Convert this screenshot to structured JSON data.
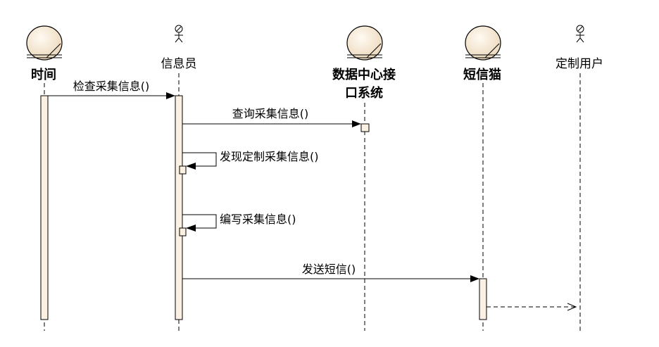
{
  "participants": [
    {
      "id": "time",
      "name": "时间",
      "kind": "control",
      "bold": true
    },
    {
      "id": "clerk",
      "name": "信息员",
      "kind": "actor",
      "bold": false
    },
    {
      "id": "datacenter",
      "name_line1": "数据中心接",
      "name_line2": "口系统",
      "kind": "control",
      "bold": true
    },
    {
      "id": "sms_cat",
      "name": "短信猫",
      "kind": "control",
      "bold": true
    },
    {
      "id": "custom_user",
      "name": "定制用户",
      "kind": "actor",
      "bold": false
    }
  ],
  "messages": [
    {
      "label": "检查采集信息()",
      "from": "time",
      "to": "clerk",
      "type": "sync"
    },
    {
      "label": "查询采集信息()",
      "from": "clerk",
      "to": "datacenter",
      "type": "sync"
    },
    {
      "label": "发现定制采集信息()",
      "from": "clerk",
      "to": "clerk",
      "type": "self"
    },
    {
      "label": "编写采集信息()",
      "from": "clerk",
      "to": "clerk",
      "type": "self"
    },
    {
      "label": "发送短信()",
      "from": "clerk",
      "to": "sms_cat",
      "type": "sync"
    },
    {
      "label": "",
      "from": "sms_cat",
      "to": "custom_user",
      "type": "return"
    }
  ],
  "colors": {
    "activation_fill": "#fbf1e3",
    "icon_fill": "#f5e6d0",
    "line": "#000000"
  }
}
